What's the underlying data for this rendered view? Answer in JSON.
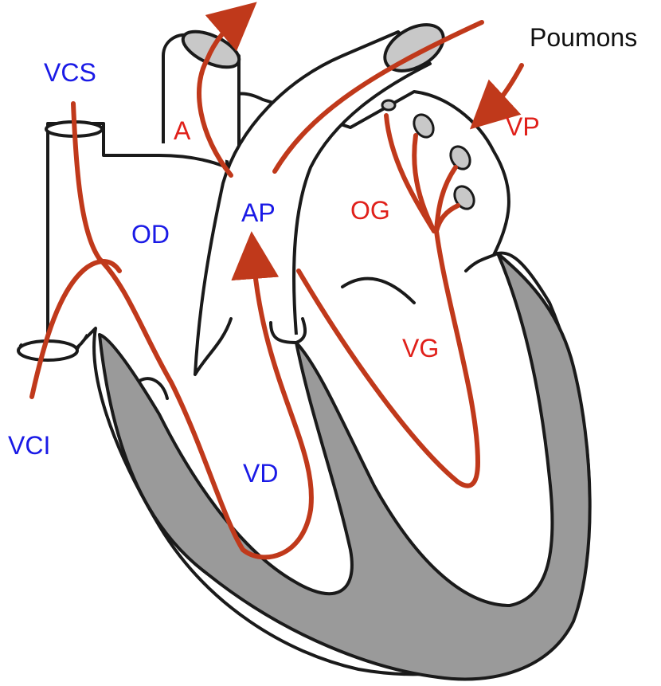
{
  "labels": {
    "vcs": "VCS",
    "vci": "VCI",
    "od": "OD",
    "vd": "VD",
    "ap": "AP",
    "a": "A",
    "og": "OG",
    "vg": "VG",
    "vp": "VP",
    "poumons": "Poumons"
  },
  "colors": {
    "blood_flow": "#c0391b",
    "left_side_label": "#e0201a",
    "right_side_label": "#1a1ae6",
    "myocardium": "#9a9a9a",
    "outline": "#1a1a1a",
    "neutral_text": "#111111"
  }
}
